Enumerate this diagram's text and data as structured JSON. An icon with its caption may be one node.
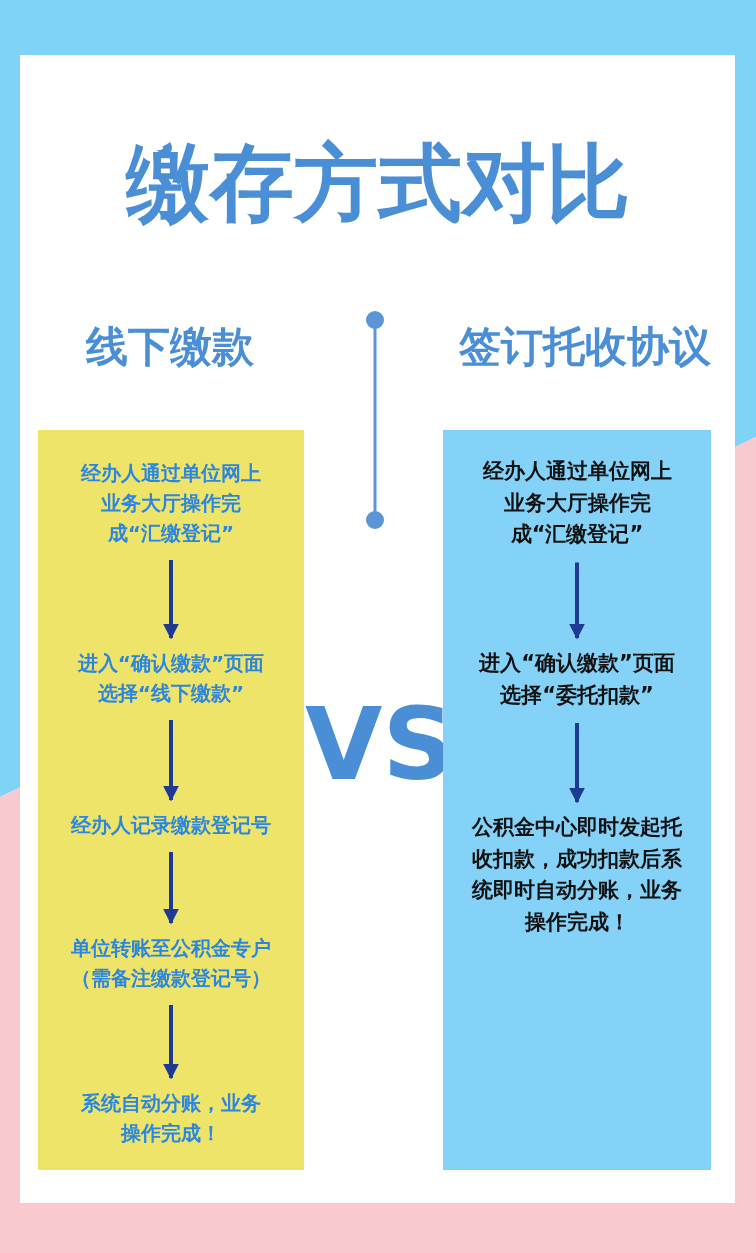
{
  "diagram": {
    "title": "缴存方式对比",
    "nodes": [
      {
        "text": [],
        "shape": "box"
      },
      {
        "text": [
          "经办人通过单位网上业务大厅操作完成“汇缴登记”"
        ],
        "in": 0
      },
      {
        "text": [
          "进入“确认缴款”页面选择“线下缴款”"
        ],
        "in": 0
      },
      {
        "text": [
          "经办人记录缴款登记号"
        ],
        "in": 0
      },
      {
        "text": [
          "单位转账至公积金专户（需备注缴款登记号）"
        ],
        "in": 0
      },
      {
        "text": [
          "系统自动分账，业务操作完成！"
        ],
        "in": 0
      },
      {
        "text": [],
        "shape": "box"
      },
      {
        "text": [
          "经办人通过单位网上业务大厅操作完成“汇缴登记”"
        ],
        "in": 6
      },
      {
        "text": [
          "进入“确认缴款”页面选择“委托扣款”"
        ],
        "in": 6
      },
      {
        "text": [
          "公积金中心即时发起托收扣款，成功扣款后系统即时自动分账，业务操作完成！"
        ],
        "in": 6
      }
    ],
    "edges": [
      {
        "from": 1,
        "to": 2,
        "arrow": "to"
      },
      {
        "from": 2,
        "to": 3,
        "arrow": "to"
      },
      {
        "from": 3,
        "to": 4,
        "arrow": "to"
      },
      {
        "from": 4,
        "to": 5,
        "arrow": "to"
      },
      {
        "from": 7,
        "to": 8,
        "arrow": "to"
      },
      {
        "from": 8,
        "to": 9,
        "arrow": "to"
      }
    ],
    "labels": [
      "线下缴款",
      "签订托收协议",
      "VS"
    ]
  }
}
